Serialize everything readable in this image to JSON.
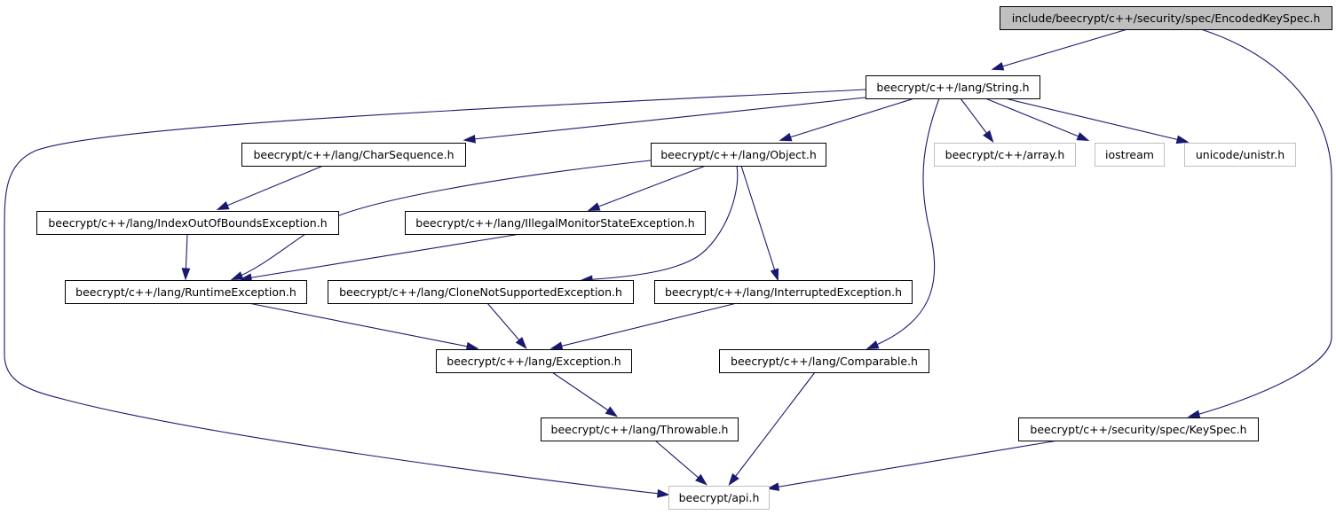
{
  "diagram": {
    "colors": {
      "edge": "#191970",
      "root_fill": "#bfbfbf",
      "node_fill": "#ffffff",
      "node_border": "#000000",
      "external_border": "#bfbfbf",
      "external_text": "#000000"
    },
    "nodes": [
      {
        "id": "encodedkeyspec",
        "label": "include/beecrypt/c++/security/spec/EncodedKeySpec.h",
        "kind": "root"
      },
      {
        "id": "string",
        "label": "beecrypt/c++/lang/String.h",
        "kind": "internal"
      },
      {
        "id": "charsequence",
        "label": "beecrypt/c++/lang/CharSequence.h",
        "kind": "internal"
      },
      {
        "id": "object",
        "label": "beecrypt/c++/lang/Object.h",
        "kind": "internal"
      },
      {
        "id": "array",
        "label": "beecrypt/c++/array.h",
        "kind": "external"
      },
      {
        "id": "iostream",
        "label": "iostream",
        "kind": "external"
      },
      {
        "id": "unistr",
        "label": "unicode/unistr.h",
        "kind": "external"
      },
      {
        "id": "indexoutofbounds",
        "label": "beecrypt/c++/lang/IndexOutOfBoundsException.h",
        "kind": "internal"
      },
      {
        "id": "illegalmonitor",
        "label": "beecrypt/c++/lang/IllegalMonitorStateException.h",
        "kind": "internal"
      },
      {
        "id": "runtime",
        "label": "beecrypt/c++/lang/RuntimeException.h",
        "kind": "internal"
      },
      {
        "id": "clonenotsupported",
        "label": "beecrypt/c++/lang/CloneNotSupportedException.h",
        "kind": "internal"
      },
      {
        "id": "interrupted",
        "label": "beecrypt/c++/lang/InterruptedException.h",
        "kind": "internal"
      },
      {
        "id": "exception",
        "label": "beecrypt/c++/lang/Exception.h",
        "kind": "internal"
      },
      {
        "id": "comparable",
        "label": "beecrypt/c++/lang/Comparable.h",
        "kind": "internal"
      },
      {
        "id": "throwable",
        "label": "beecrypt/c++/lang/Throwable.h",
        "kind": "internal"
      },
      {
        "id": "keyspec",
        "label": "beecrypt/c++/security/spec/KeySpec.h",
        "kind": "internal"
      },
      {
        "id": "api",
        "label": "beecrypt/api.h",
        "kind": "external"
      }
    ],
    "edges": [
      {
        "from": "encodedkeyspec",
        "to": "string"
      },
      {
        "from": "encodedkeyspec",
        "to": "keyspec"
      },
      {
        "from": "string",
        "to": "api"
      },
      {
        "from": "string",
        "to": "charsequence"
      },
      {
        "from": "string",
        "to": "object"
      },
      {
        "from": "string",
        "to": "array"
      },
      {
        "from": "string",
        "to": "iostream"
      },
      {
        "from": "string",
        "to": "unistr"
      },
      {
        "from": "string",
        "to": "comparable"
      },
      {
        "from": "charsequence",
        "to": "indexoutofbounds"
      },
      {
        "from": "object",
        "to": "runtime"
      },
      {
        "from": "object",
        "to": "illegalmonitor"
      },
      {
        "from": "object",
        "to": "clonenotsupported"
      },
      {
        "from": "object",
        "to": "interrupted"
      },
      {
        "from": "indexoutofbounds",
        "to": "runtime"
      },
      {
        "from": "illegalmonitor",
        "to": "runtime"
      },
      {
        "from": "runtime",
        "to": "exception"
      },
      {
        "from": "clonenotsupported",
        "to": "exception"
      },
      {
        "from": "interrupted",
        "to": "exception"
      },
      {
        "from": "exception",
        "to": "throwable"
      },
      {
        "from": "throwable",
        "to": "api"
      },
      {
        "from": "comparable",
        "to": "api"
      },
      {
        "from": "keyspec",
        "to": "api"
      }
    ]
  }
}
